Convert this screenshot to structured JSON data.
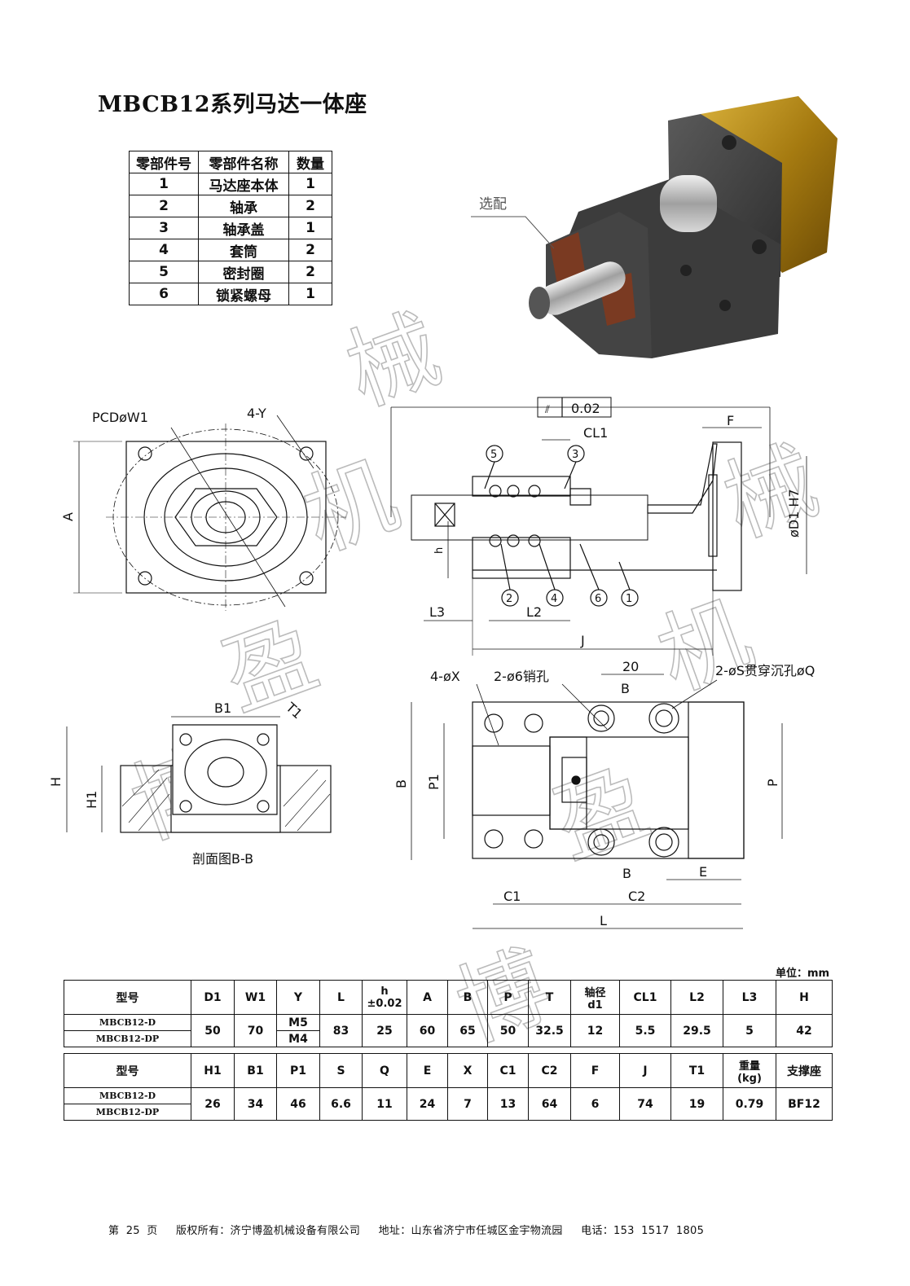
{
  "title": "MBCB12系列马达一体座",
  "parts_table": {
    "headers": [
      "零部件号",
      "零部件名称",
      "数量"
    ],
    "rows": [
      [
        "1",
        "马达座本体",
        "1"
      ],
      [
        "2",
        "轴承",
        "2"
      ],
      [
        "3",
        "轴承盖",
        "1"
      ],
      [
        "4",
        "套筒",
        "2"
      ],
      [
        "5",
        "密封圈",
        "2"
      ],
      [
        "6",
        "锁紧螺母",
        "1"
      ]
    ]
  },
  "photo_label": "选配",
  "watermark": [
    "博",
    "盈",
    "机",
    "械"
  ],
  "drawing_labels": {
    "pcd": "PCDøW1",
    "holes_y": "4-Y",
    "dim_a": "A",
    "flatness": "0.02",
    "dim_f": "F",
    "dim_cl1": "CL1",
    "dim_d1": "øD1 H7",
    "dim_h_small": "h",
    "dim_l3": "L3",
    "dim_l2": "L2",
    "dim_j": "J",
    "balloons": [
      "5",
      "3",
      "2",
      "4",
      "6",
      "1"
    ],
    "holes_x": "4-øX",
    "pin_holes": "2-ø6销孔",
    "dim_20": "20",
    "through_holes": "2-øS贯穿沉孔øQ",
    "dim_b_small": "B",
    "dim_b1": "B1",
    "dim_t1": "T1",
    "dim_h": "H",
    "dim_h1": "H1",
    "section": "剖面图B-B",
    "dim_b": "B",
    "dim_p1": "P1",
    "dim_p": "P",
    "dim_e": "E",
    "dim_c1": "C1",
    "dim_c2": "C2",
    "dim_l": "L"
  },
  "unit": "单位：mm",
  "spec1": {
    "headers": [
      "型号",
      "D1",
      "W1",
      "Y",
      "L",
      "h\n±0.02",
      "A",
      "B",
      "P",
      "T",
      "轴径\nd1",
      "CL1",
      "L2",
      "L3",
      "H"
    ],
    "models": [
      "MBCB12-D",
      "MBCB12-DP"
    ],
    "y_values": [
      "M5",
      "M4"
    ],
    "values": [
      "50",
      "70",
      "83",
      "25",
      "60",
      "65",
      "50",
      "32.5",
      "12",
      "5.5",
      "29.5",
      "5",
      "42"
    ]
  },
  "spec2": {
    "headers": [
      "型号",
      "H1",
      "B1",
      "P1",
      "S",
      "Q",
      "E",
      "X",
      "C1",
      "C2",
      "F",
      "J",
      "T1",
      "重量\n(kg)",
      "支撑座"
    ],
    "models": [
      "MBCB12-D",
      "MBCB12-DP"
    ],
    "values": [
      "26",
      "34",
      "46",
      "6.6",
      "11",
      "24",
      "7",
      "13",
      "64",
      "6",
      "74",
      "19",
      "0.79",
      "BF12"
    ]
  },
  "footer": {
    "page": "第 25 页",
    "copyright": "版权所有：济宁博盈机械设备有限公司",
    "address": "地址：山东省济宁市任城区金宇物流园",
    "phone": "电话：153 1517 1805"
  }
}
